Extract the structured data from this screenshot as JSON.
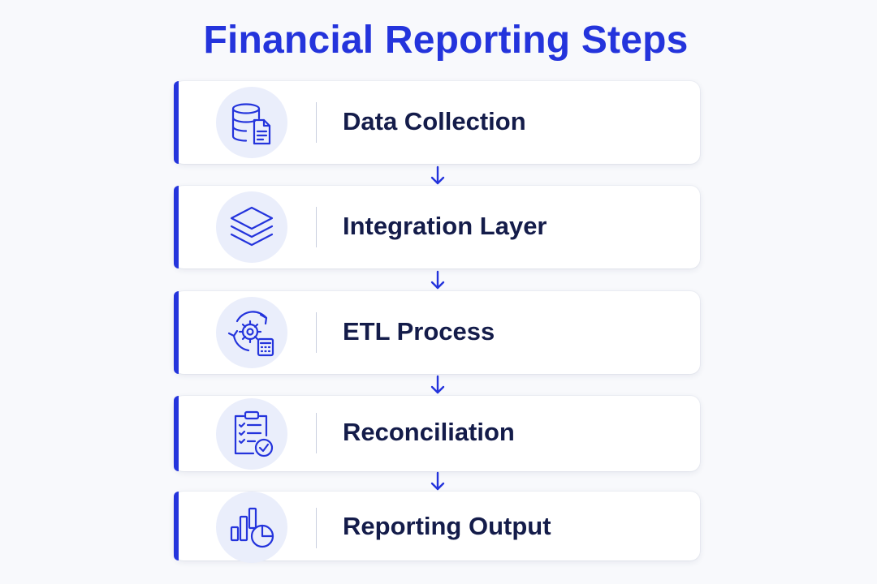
{
  "title": "Financial Reporting Steps",
  "colors": {
    "accent": "#2434dc",
    "text": "#141c4a",
    "icon_bg": "#eaeefb"
  },
  "steps": [
    {
      "label": "Data Collection",
      "icon": "database-document-icon"
    },
    {
      "label": "Integration Layer",
      "icon": "layers-icon"
    },
    {
      "label": "ETL Process",
      "icon": "gear-cycle-calculator-icon"
    },
    {
      "label": "Reconciliation",
      "icon": "clipboard-checklist-icon"
    },
    {
      "label": "Reporting Output",
      "icon": "bar-pie-chart-icon"
    }
  ]
}
